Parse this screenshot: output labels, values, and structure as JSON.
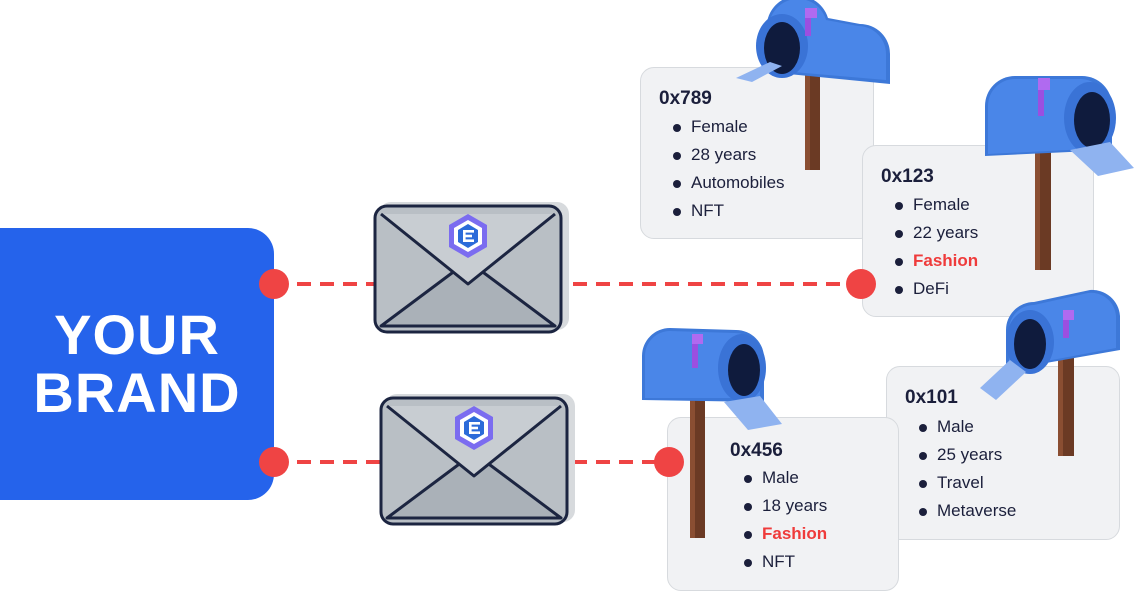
{
  "brand": {
    "line1": "YOUR",
    "line2": "BRAND"
  },
  "colors": {
    "brand": "#2563eb",
    "connector": "#ef4444",
    "mailbox": "#4a86e8",
    "highlight": "#ef3b3b"
  },
  "icons": {
    "envelope": "envelope-icon",
    "mailbox": "mailbox-icon",
    "logo": "hexagon-e-logo"
  },
  "recipients": [
    {
      "address": "0x789",
      "traits": [
        {
          "text": "Female",
          "highlight": false
        },
        {
          "text": "28 years",
          "highlight": false
        },
        {
          "text": "Automobiles",
          "highlight": false
        },
        {
          "text": "NFT",
          "highlight": false
        }
      ]
    },
    {
      "address": "0x123",
      "traits": [
        {
          "text": "Female",
          "highlight": false
        },
        {
          "text": "22 years",
          "highlight": false
        },
        {
          "text": "Fashion",
          "highlight": true
        },
        {
          "text": "DeFi",
          "highlight": false
        }
      ]
    },
    {
      "address": "0x456",
      "traits": [
        {
          "text": "Male",
          "highlight": false
        },
        {
          "text": "18 years",
          "highlight": false
        },
        {
          "text": "Fashion",
          "highlight": true
        },
        {
          "text": "NFT",
          "highlight": false
        }
      ]
    },
    {
      "address": "0x101",
      "traits": [
        {
          "text": "Male",
          "highlight": false
        },
        {
          "text": "25 years",
          "highlight": false
        },
        {
          "text": "Travel",
          "highlight": false
        },
        {
          "text": "Metaverse",
          "highlight": false
        }
      ]
    }
  ]
}
